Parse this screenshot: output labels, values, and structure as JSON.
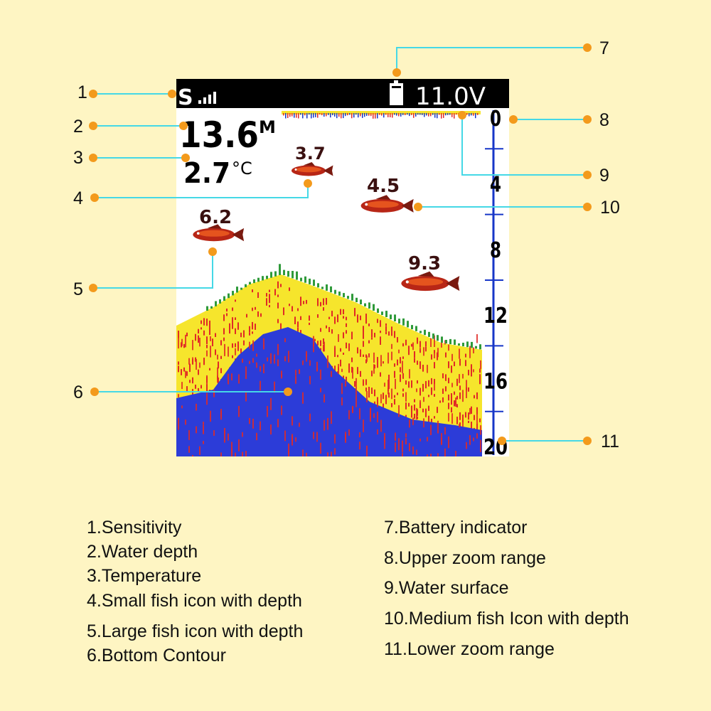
{
  "colors": {
    "background": "#fef5c3",
    "callout_line": "#45d8e6",
    "callout_dot": "#f39a1c",
    "status_bar": "#000000",
    "scale_blue": "#1736c8",
    "sonar_blue": "#2c3cd8",
    "sonar_red": "#e02a26",
    "sonar_yellow": "#f6e52c",
    "grass_green": "#2f9a3a"
  },
  "screen": {
    "sensitivity_label": "S",
    "voltage": "11.0V",
    "depth_value": "13.6",
    "depth_unit": "M",
    "temperature_value": "2.7",
    "temperature_unit": "°C",
    "depth_scale_labels": [
      "0",
      "4",
      "8",
      "12",
      "16",
      "20"
    ],
    "fish": [
      {
        "depth_label": "3.7",
        "size": "small"
      },
      {
        "depth_label": "4.5",
        "size": "medium"
      },
      {
        "depth_label": "6.2",
        "size": "large"
      },
      {
        "depth_label": "9.3",
        "size": "large"
      }
    ]
  },
  "callout_numbers": [
    "1",
    "2",
    "3",
    "4",
    "5",
    "6",
    "7",
    "8",
    "9",
    "10",
    "11"
  ],
  "legend": {
    "left": [
      "1.Sensitivity",
      "2.Water depth",
      "3.Temperature",
      "4.Small fish icon with depth",
      "5.Large fish icon with depth",
      "6.Bottom Contour"
    ],
    "right": [
      "7.Battery indicator",
      "8.Upper zoom range",
      "9.Water surface",
      "10.Medium fish Icon with depth",
      "11.Lower zoom range"
    ]
  }
}
